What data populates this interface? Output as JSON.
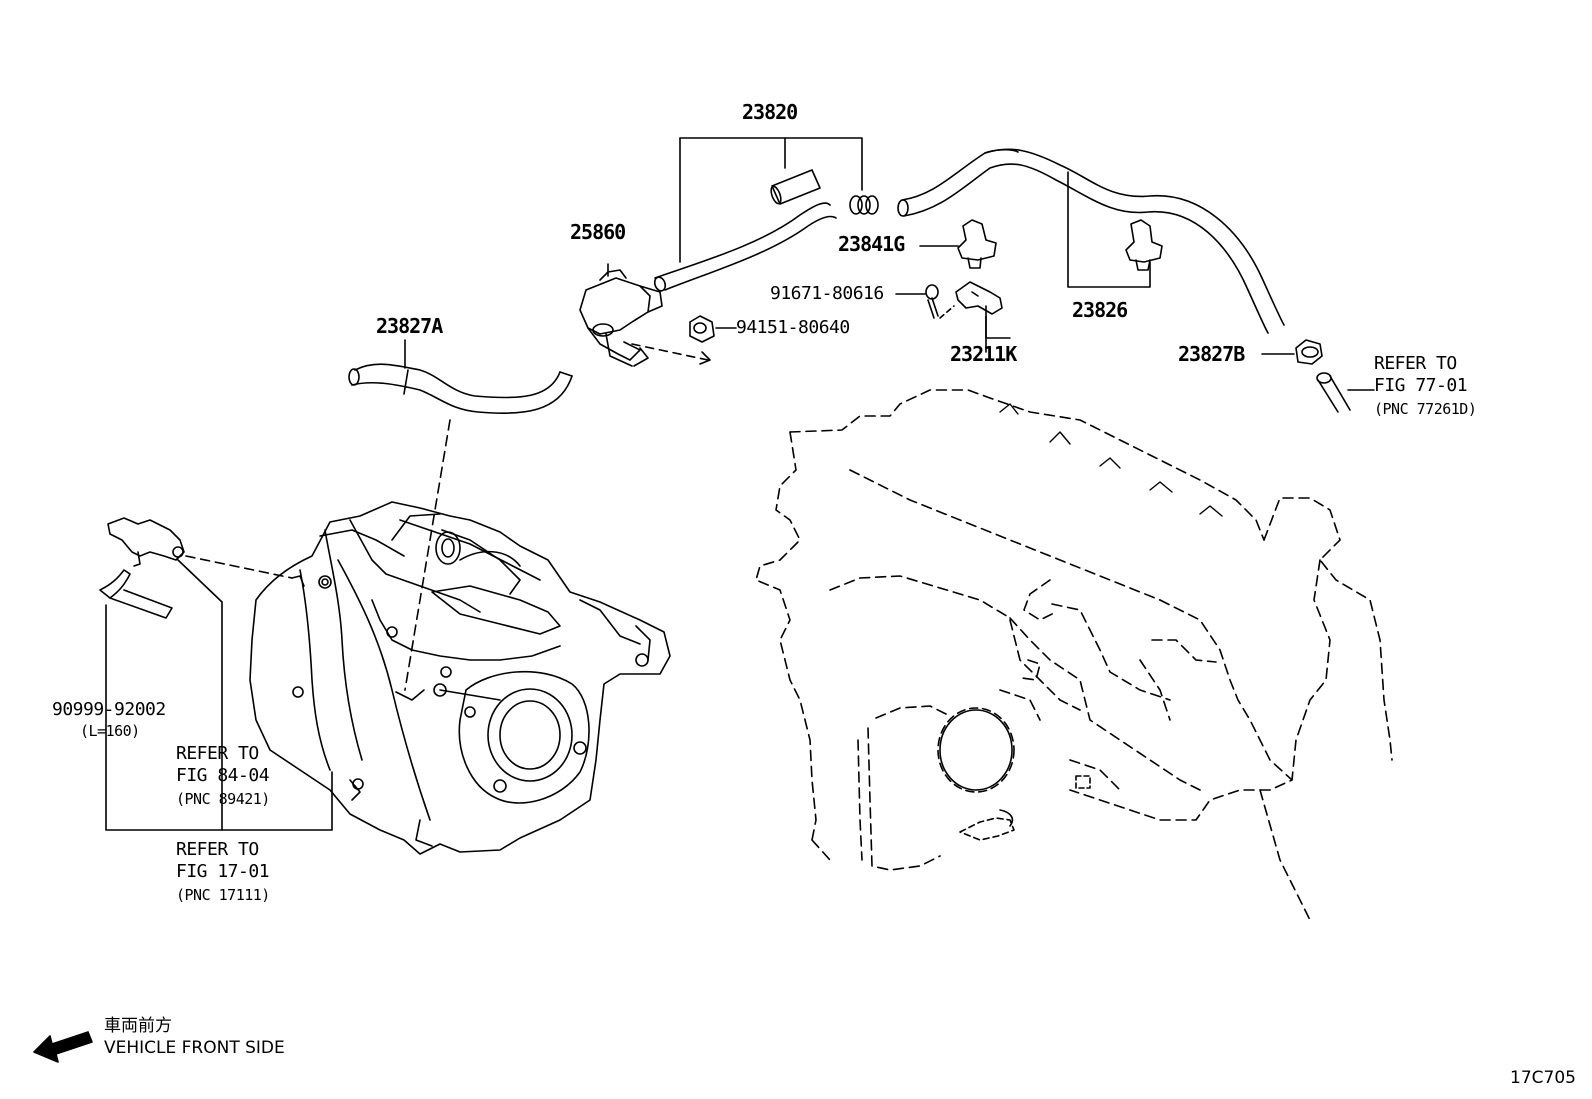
{
  "parts": {
    "p23820": "23820",
    "p25860": "25860",
    "p23841g": "23841G",
    "p91671": "91671-80616",
    "p94151": "94151-80640",
    "p23827a": "23827A",
    "p23826": "23826",
    "p23211k": "23211K",
    "p23827b": "23827B",
    "p90999": "90999-92002",
    "p90999_len": "(L=160)"
  },
  "refs": {
    "fig7701": {
      "line1": "REFER TO",
      "line2": "FIG 77-01",
      "line3": "(PNC 77261D)"
    },
    "fig8404": {
      "line1": "REFER TO",
      "line2": "FIG 84-04",
      "line3": "(PNC 89421)"
    },
    "fig1701": {
      "line1": "REFER TO",
      "line2": "FIG 17-01",
      "line3": "(PNC 17111)"
    }
  },
  "front": {
    "jp": "車両前方",
    "en": "VEHICLE FRONT SIDE"
  },
  "diagram_id": "17C705"
}
